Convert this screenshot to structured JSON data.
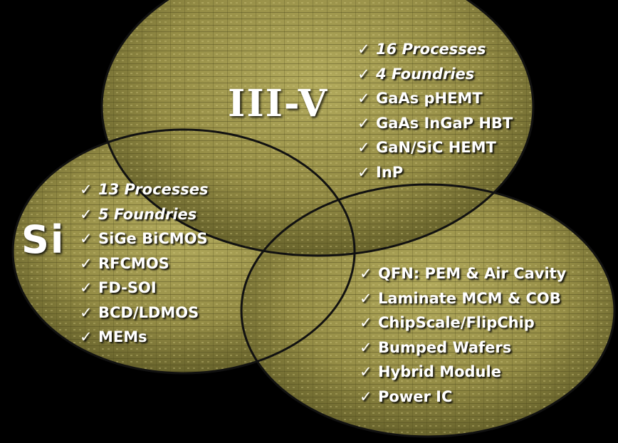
{
  "colors": {
    "background": "#000000",
    "wafer_light": "#b0a85a",
    "wafer_mid": "#8c8440",
    "wafer_dark": "#5d5a25",
    "outline": "#111111",
    "text": "#ffffff"
  },
  "check_glyph": "✓",
  "iii_v": {
    "label": "III-V",
    "items": [
      "16 Processes",
      "4 Foundries",
      "GaAs pHEMT",
      "GaAs InGaP HBT",
      "GaN/SiC HEMT",
      "InP"
    ]
  },
  "si": {
    "label": "Si",
    "items": [
      "13 Processes",
      "5 Foundries",
      "SiGe BiCMOS",
      "RFCMOS",
      "FD-SOI",
      "BCD/LDMOS",
      "MEMs"
    ]
  },
  "packaging": {
    "items": [
      "QFN: PEM & Air Cavity",
      "Laminate MCM & COB",
      "ChipScale/FlipChip",
      "Bumped Wafers",
      "Hybrid Module",
      "Power IC"
    ]
  }
}
